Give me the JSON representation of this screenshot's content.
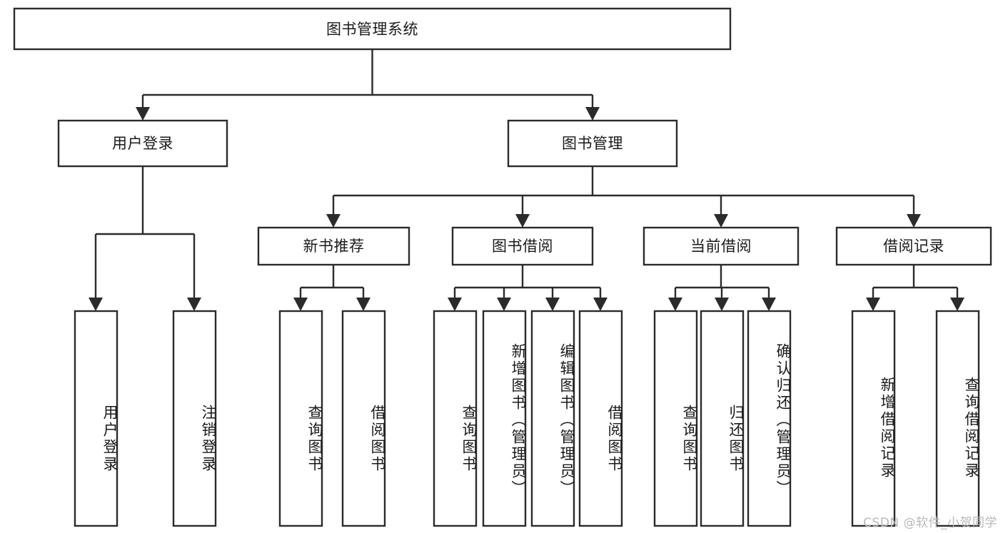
{
  "diagram": {
    "title": "图书管理系统",
    "type": "tree-hierarchy",
    "watermark": "CSDN @软件_小贺同学",
    "root": {
      "id": "root",
      "label": "图书管理系统"
    },
    "level2": [
      {
        "id": "user-login",
        "label": "用户登录"
      },
      {
        "id": "book-manage",
        "label": "图书管理"
      }
    ],
    "level3": [
      {
        "id": "new-book-recommend",
        "label": "新书推荐",
        "parent": "book-manage"
      },
      {
        "id": "book-borrow",
        "label": "图书借阅",
        "parent": "book-manage"
      },
      {
        "id": "current-borrow",
        "label": "当前借阅",
        "parent": "book-manage"
      },
      {
        "id": "borrow-record",
        "label": "借阅记录",
        "parent": "book-manage"
      }
    ],
    "leaves": [
      {
        "id": "leaf-user-login",
        "label": "用户登录",
        "parent": "user-login"
      },
      {
        "id": "leaf-user-logout",
        "label": "注销登录",
        "parent": "user-login"
      },
      {
        "id": "leaf-query-book-1",
        "label": "查询图书",
        "parent": "new-book-recommend"
      },
      {
        "id": "leaf-borrow-book-1",
        "label": "借阅图书",
        "parent": "new-book-recommend"
      },
      {
        "id": "leaf-query-book-2",
        "label": "查询图书",
        "parent": "book-borrow"
      },
      {
        "id": "leaf-add-book",
        "label": "新增图书（管理员）",
        "parent": "book-borrow"
      },
      {
        "id": "leaf-edit-book",
        "label": "编辑图书（管理员）",
        "parent": "book-borrow"
      },
      {
        "id": "leaf-borrow-book-2",
        "label": "借阅图书",
        "parent": "book-borrow"
      },
      {
        "id": "leaf-query-book-3",
        "label": "查询图书",
        "parent": "current-borrow"
      },
      {
        "id": "leaf-return-book",
        "label": "归还图书",
        "parent": "current-borrow"
      },
      {
        "id": "leaf-confirm-return",
        "label": "确认归还（管理员）",
        "parent": "current-borrow"
      },
      {
        "id": "leaf-add-record",
        "label": "新增借阅记录",
        "parent": "borrow-record"
      },
      {
        "id": "leaf-query-record",
        "label": "查询借阅记录",
        "parent": "borrow-record"
      }
    ],
    "colors": {
      "stroke": "#2b2b2b",
      "fill": "#ffffff",
      "text": "#1a1a1a",
      "watermark": "#b9b9b9"
    }
  }
}
